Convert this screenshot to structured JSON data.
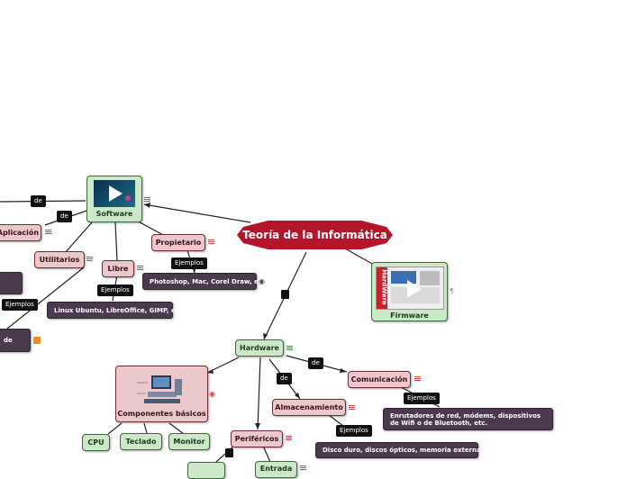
{
  "root": {
    "label": "Teoría de la Informática"
  },
  "software": {
    "label": "Software",
    "image_icon": "play-video-icon"
  },
  "firmware": {
    "label": "Firmware",
    "image_icon": "firmware-video-icon",
    "image_text": "HardWare"
  },
  "hardware": {
    "label": "Hardware"
  },
  "aplicacion": {
    "label": "Aplicación"
  },
  "utilitarios": {
    "label": "Utilitarios"
  },
  "libre": {
    "label": "Libre"
  },
  "propietario": {
    "label": "Propietario"
  },
  "libre_examples": {
    "label": "Linux Ubuntu, LibreOffice, GIMP, etc."
  },
  "propietario_examples": {
    "label": "Photoshop, Mac, Corel Draw, etc."
  },
  "componentes": {
    "label": "Componentes básicos",
    "image_icon": "computer-illustration-icon"
  },
  "cpu": {
    "label": "CPU"
  },
  "teclado": {
    "label": "Teclado"
  },
  "monitor": {
    "label": "Monitor"
  },
  "perifericos": {
    "label": "Periféricos"
  },
  "entrada": {
    "label": "Entrada"
  },
  "almacenamiento": {
    "label": "Almacenamiento"
  },
  "almacenamiento_examples": {
    "label": "Disco duro, discos ópticos, memoria externa, etc."
  },
  "comunicacion": {
    "label": "Comunicación"
  },
  "comunicacion_examples": {
    "label": "Enrutadores de red, módems, dispositivos de Wifi o de Bluetooth, etc."
  },
  "partial_left_node": {
    "label": "de"
  },
  "connectors": {
    "de": "de",
    "ejemplos": "Ejemplos"
  },
  "colors": {
    "root": "#b5152b",
    "pink_node": "#eac8cc",
    "green_node": "#cce8c8",
    "dark_node": "#4b3a4e",
    "connector_label": "#111111"
  }
}
